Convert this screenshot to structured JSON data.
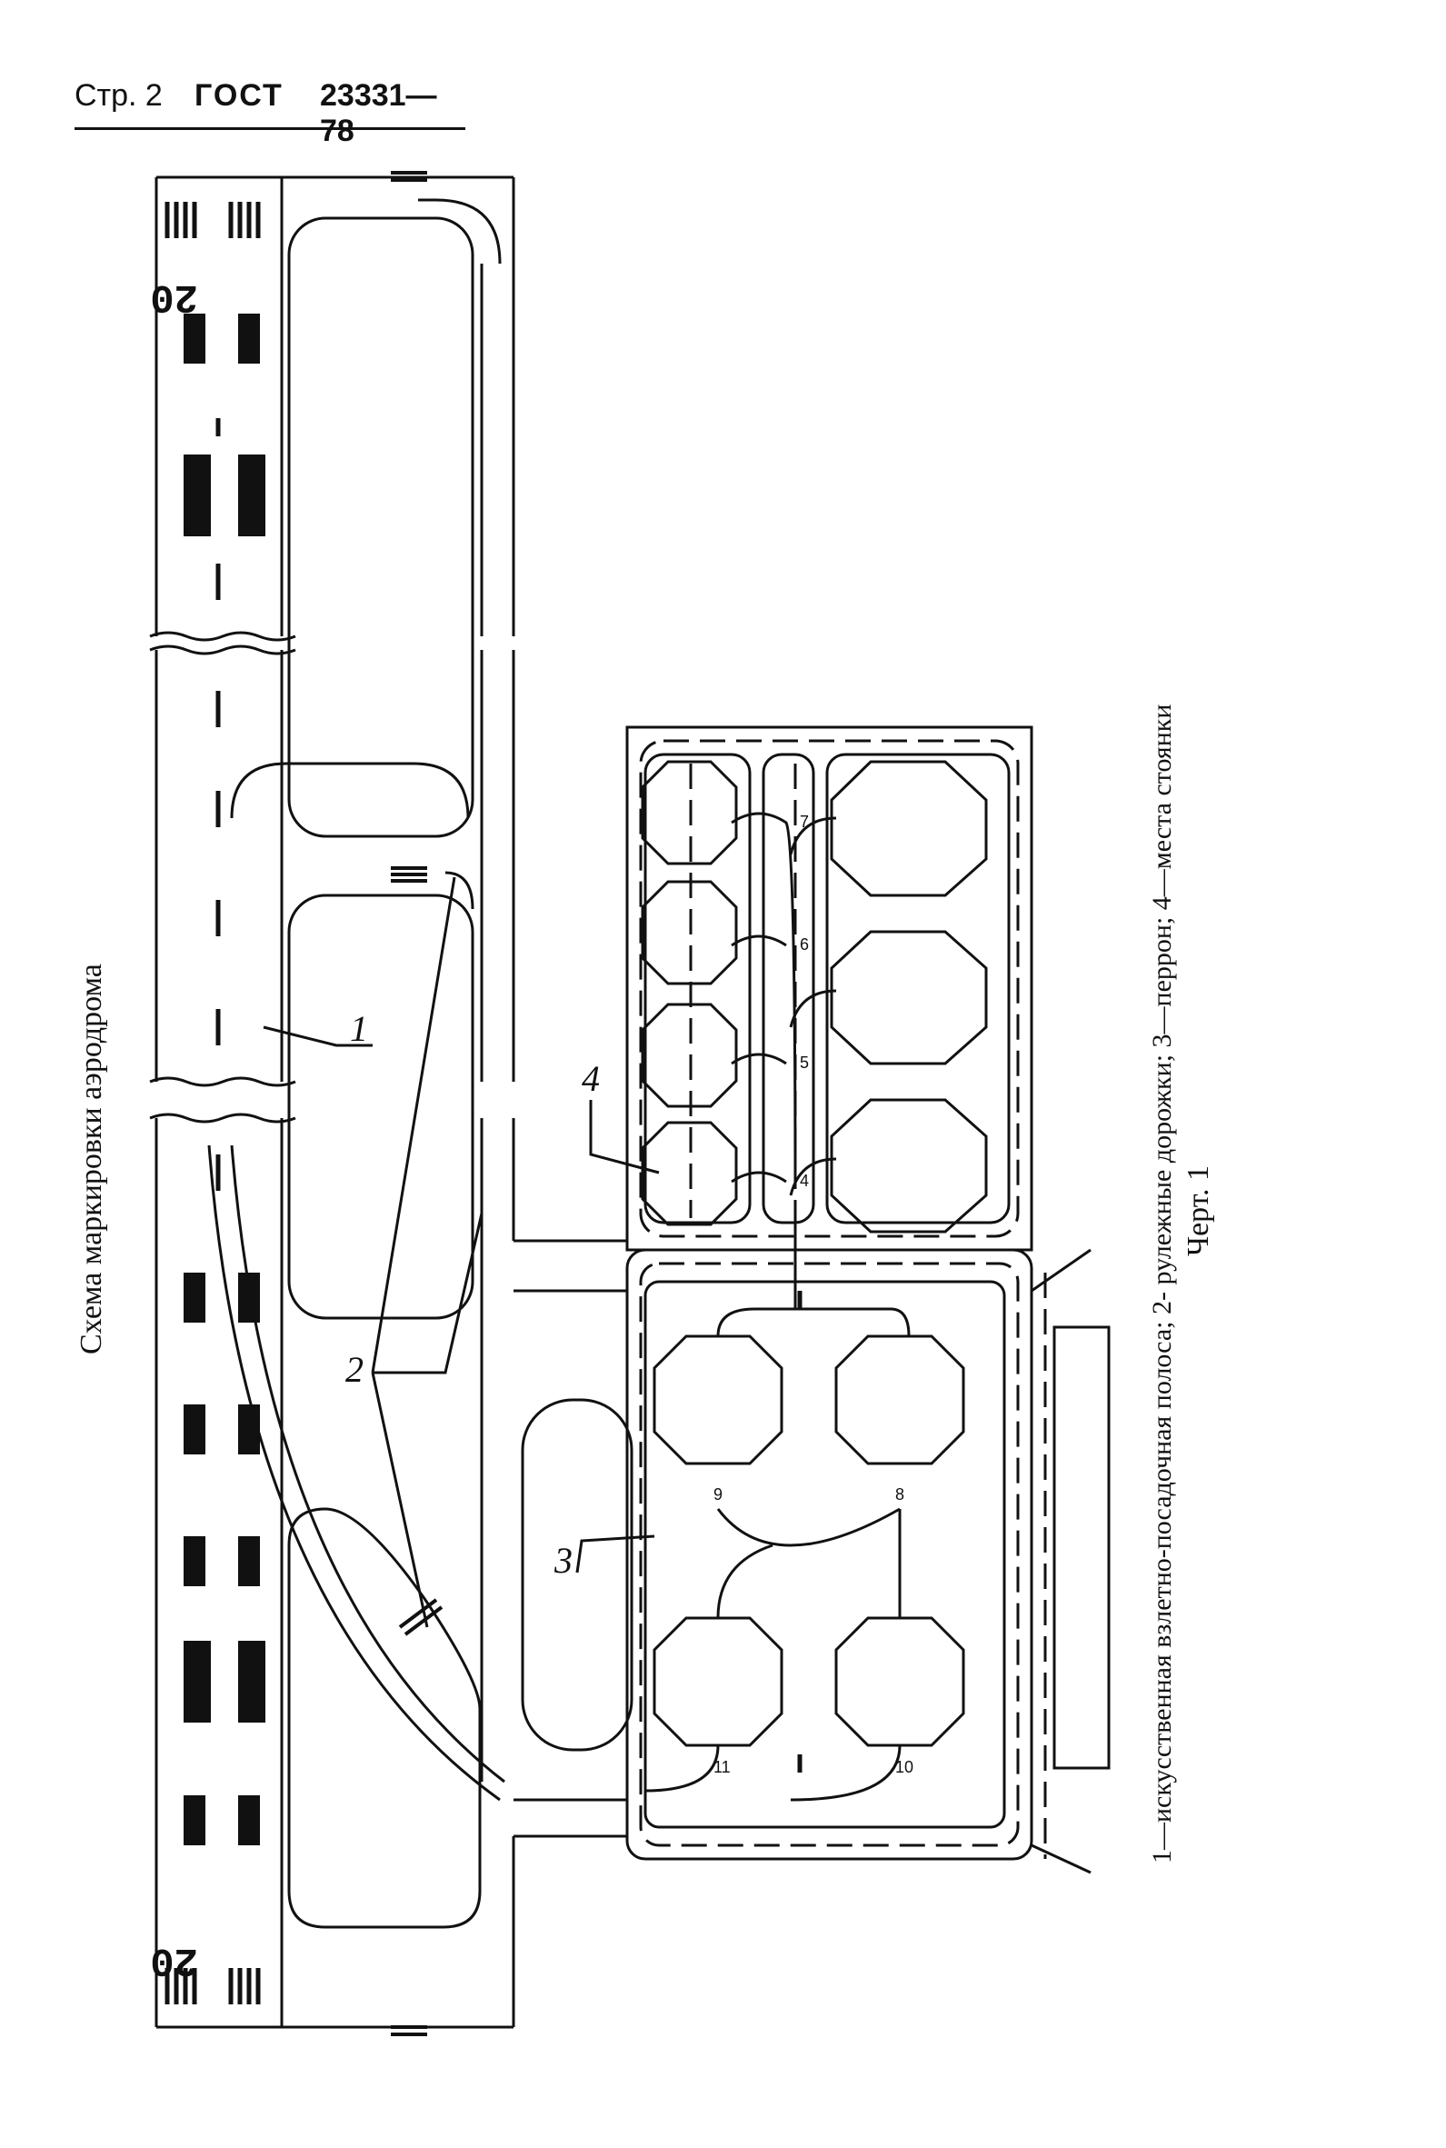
{
  "header": {
    "page": "Стр. 2",
    "standard": "ГОСТ",
    "number": "23331—78"
  },
  "title": "Схема маркировки аэродрома",
  "callouts": {
    "runway": "1",
    "taxiways": "2",
    "apron": "3",
    "stands": "4"
  },
  "runway_designators": {
    "top": "20",
    "bottom": "20"
  },
  "stand_numbers": {
    "upper_taxi": [
      "4",
      "5",
      "6",
      "7"
    ],
    "apron": [
      "8",
      "9",
      "10",
      "11"
    ]
  },
  "legend": "1—искусственная взлетно-посадочная полоса; 2- рулежные дорожки; 3—перрон; 4—места стоянки",
  "figure_caption": "Черт. 1"
}
